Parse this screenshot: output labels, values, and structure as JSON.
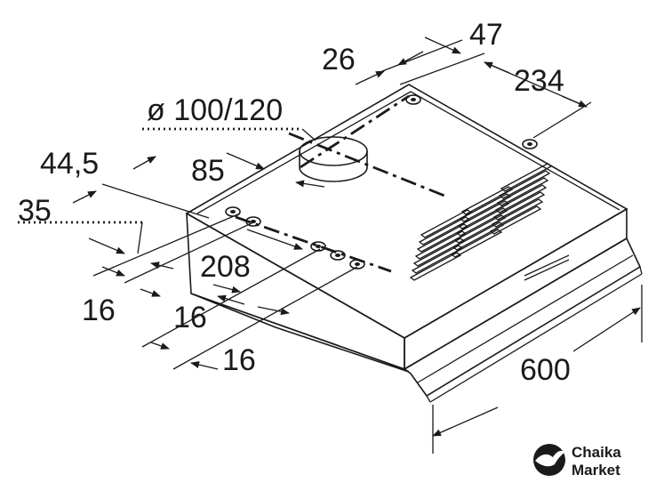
{
  "dimensions": {
    "d_47": "47",
    "d_26": "26",
    "d_234": "234",
    "d_diameter": "ø 100/120",
    "d_44_5": "44,5",
    "d_85": "85",
    "d_35": "35",
    "d_208": "208",
    "d_16_a": "16",
    "d_16_b": "16",
    "d_16_c": "16",
    "d_600": "600"
  },
  "brand": {
    "line1": "Chaika",
    "line2": "Market"
  },
  "colors": {
    "ink": "#1a1a1a",
    "background": "#ffffff"
  }
}
